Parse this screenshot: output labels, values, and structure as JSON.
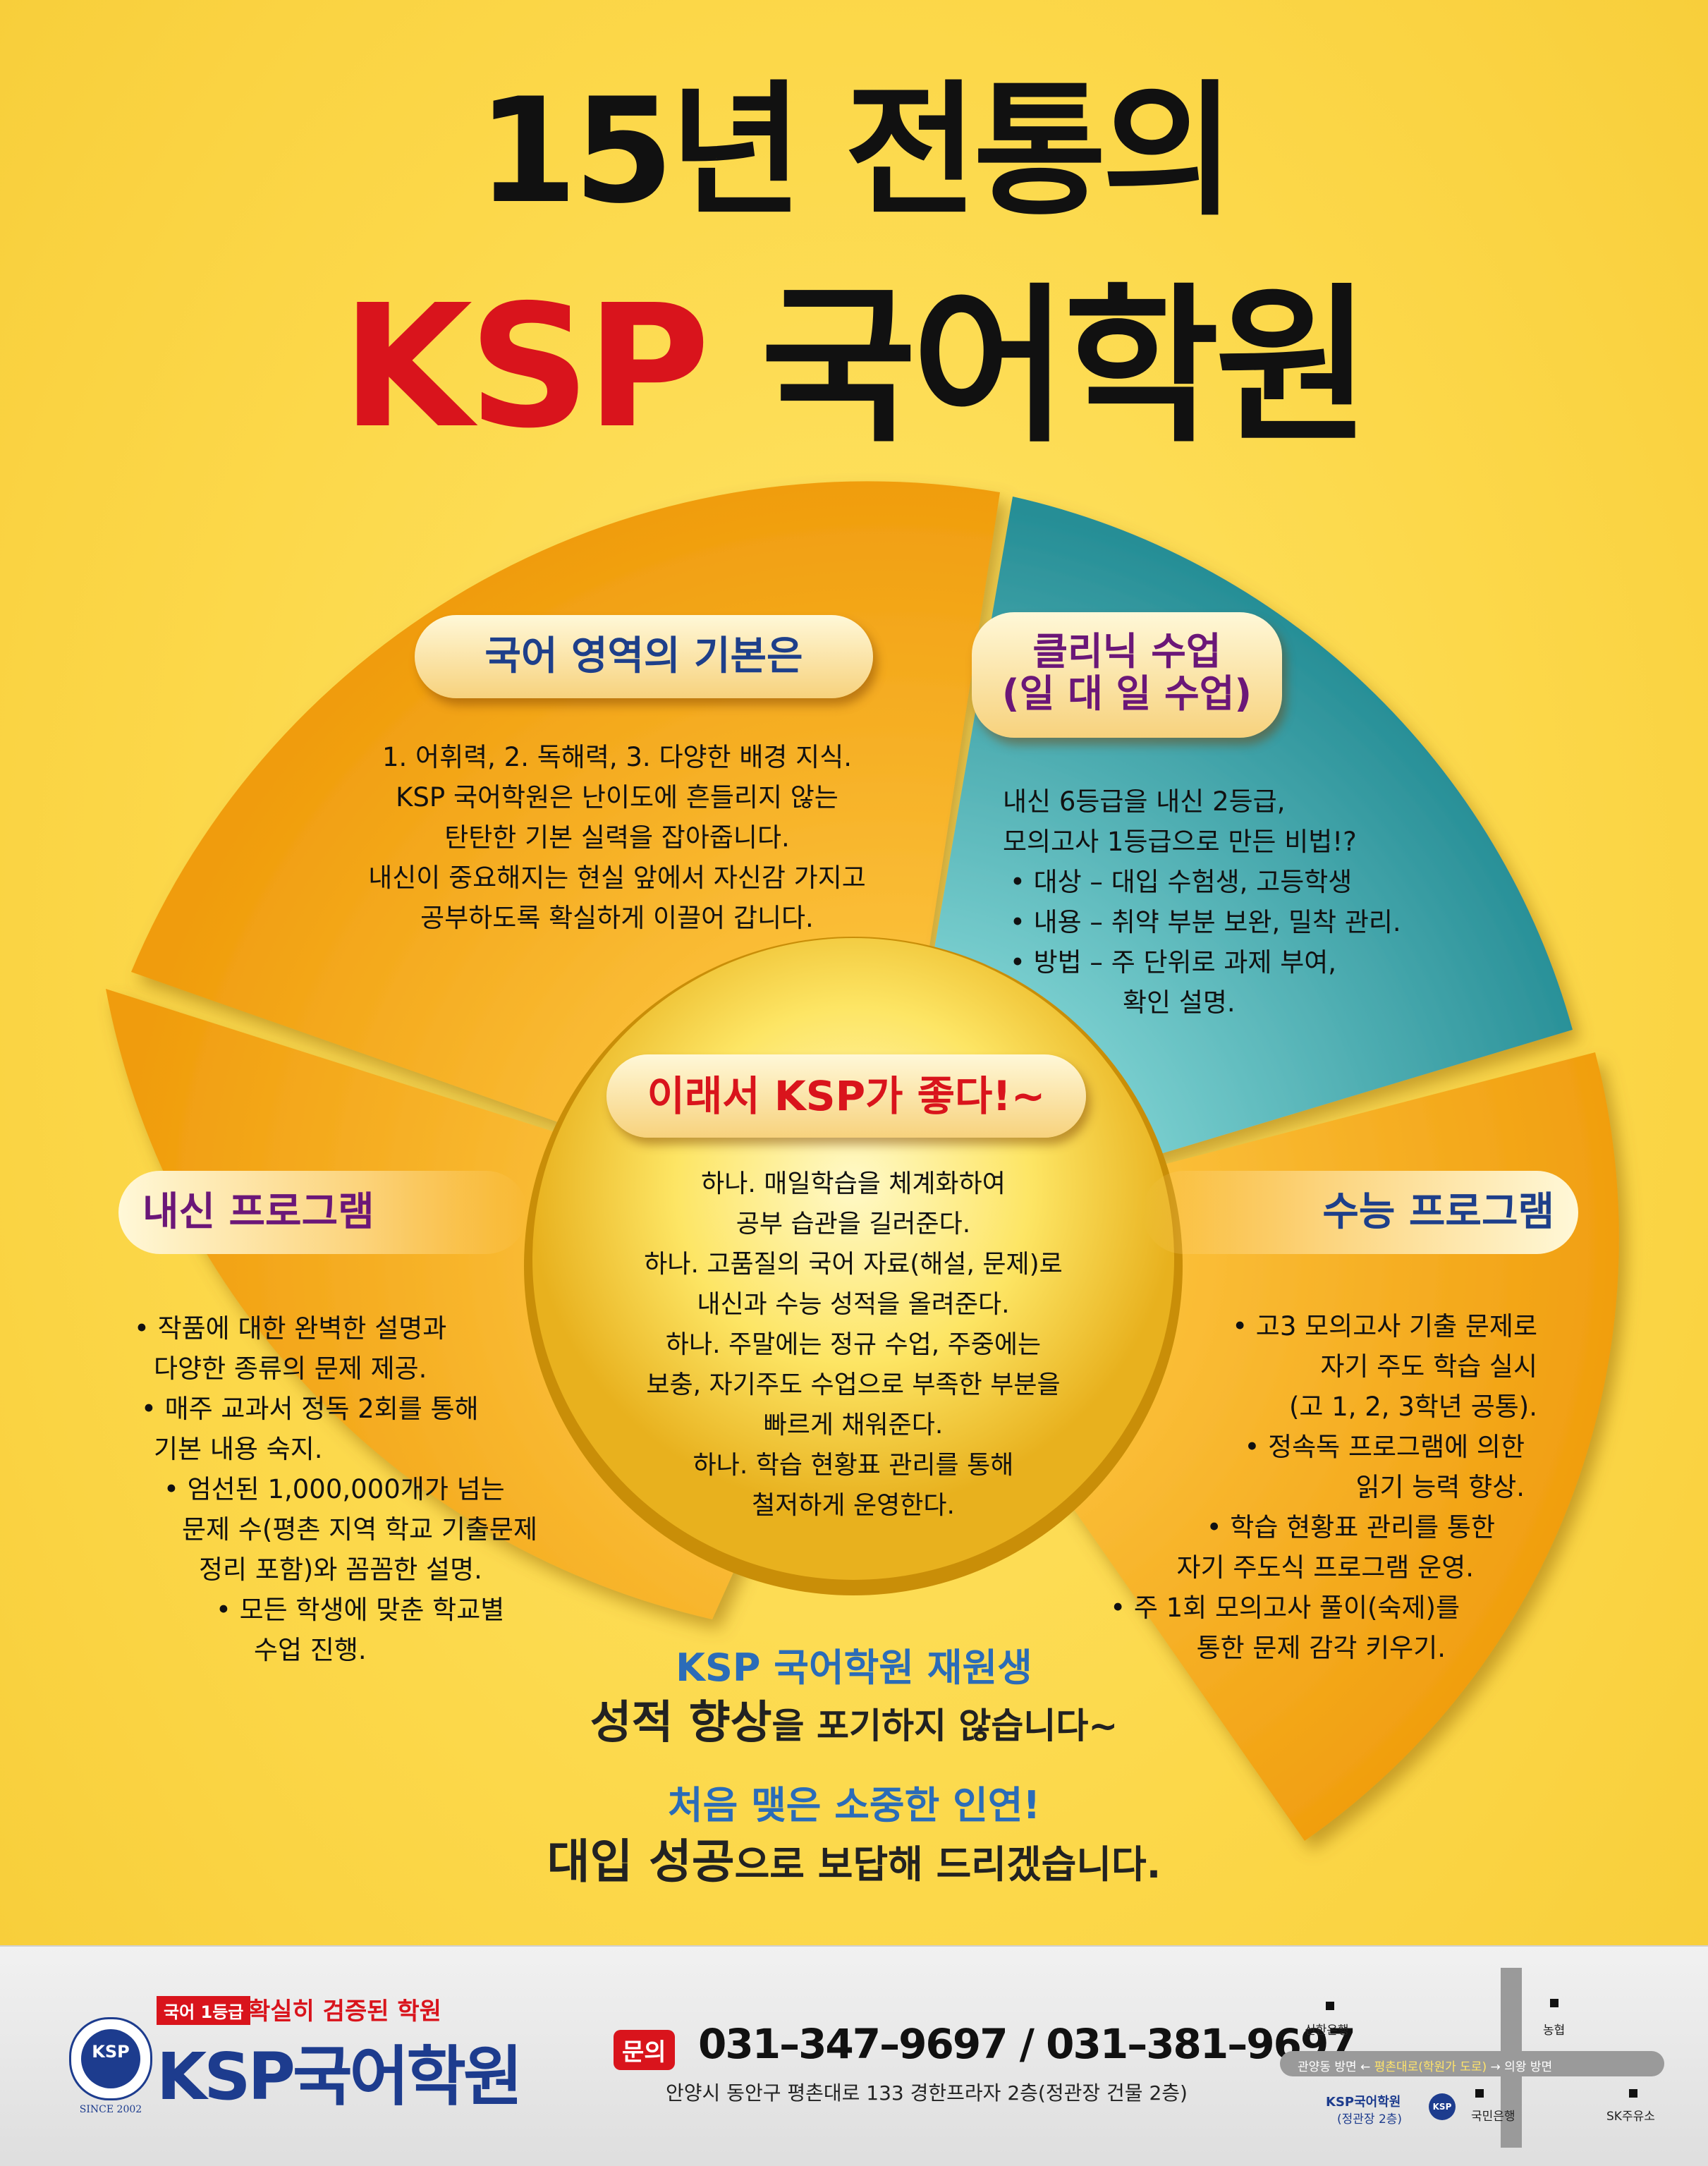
{
  "headline": {
    "line1": "15년 전통의",
    "ksp": "KSP",
    "academy": " 국어학원"
  },
  "sections": {
    "basics": {
      "title": "국어 영역의 기본은",
      "lines": [
        "1. 어휘력,  2. 독해력,  3. 다양한 배경 지식.",
        "KSP 국어학원은 난이도에 흔들리지 않는",
        "탄탄한 기본 실력을 잡아줍니다.",
        "내신이 중요해지는 현실 앞에서 자신감 가지고",
        "공부하도록 확실하게 이끌어 갑니다."
      ]
    },
    "clinic": {
      "title1": "클리닉 수업",
      "title2": "(일 대 일 수업)",
      "lines": [
        "내신 6등급을 내신 2등급,",
        "모의고사 1등급으로 만든 비법!?",
        "• 대상 – 대입 수험생, 고등학생",
        "• 내용 – 취약 부분 보완, 밀착 관리.",
        "• 방법 – 주 단위로 과제 부여,",
        "확인 설명."
      ]
    },
    "center": {
      "title": "이래서 KSP가 좋다!~",
      "lines": [
        "하나. 매일학습을 체계화하여",
        "공부 습관을 길러준다.",
        "하나. 고품질의 국어 자료(해설, 문제)로",
        "내신과 수능 성적을 올려준다.",
        "하나. 주말에는 정규 수업, 주중에는",
        "보충, 자기주도 수업으로 부족한 부분을",
        "빠르게 채워준다.",
        "하나. 학습 현황표 관리를 통해",
        "철저하게 운영한다."
      ]
    },
    "naesin": {
      "title": "내신 프로그램",
      "lines": [
        "• 작품에 대한 완벽한 설명과",
        "다양한 종류의 문제 제공.",
        "• 매주 교과서 정독 2회를 통해",
        "기본 내용 숙지.",
        "• 엄선된 1,000,000개가 넘는",
        "문제 수(평촌 지역 학교 기출문제",
        "정리 포함)와 꼼꼼한 설명.",
        "• 모든 학생에 맞춘 학교별",
        "수업 진행."
      ]
    },
    "suneung": {
      "title": "수능 프로그램",
      "lines": [
        "• 고3 모의고사 기출 문제로",
        "자기 주도 학습 실시",
        "(고 1, 2, 3학년 공통).",
        "• 정속독 프로그램에 의한",
        "읽기 능력 향상.",
        "•  학습 현황표 관리를 통한",
        "자기 주도식 프로그램 운영.",
        "• 주 1회 모의고사 풀이(숙제)를",
        "통한 문제 감각 키우기."
      ]
    }
  },
  "slogans": {
    "l1": "KSP 국어학원 재원생",
    "l2a": "성적 향상",
    "l2b": "을 포기하지 않습니다~",
    "l3": "처음 맺은 소중한 인연!",
    "l4a": "대입 성공",
    "l4b": "으로 보답해 드리겠습니다."
  },
  "footer": {
    "badge": "국어 1등급",
    "tagline": "확실히 검증된 학원",
    "logo_emblem": "KSP",
    "logo_since": "SINCE 2002",
    "logo_name_ksp": "KSP",
    "logo_name_rest": "국어학원",
    "contact_label": "문의",
    "phone": "031–347–9697 / 031–381–9697",
    "address": "안양시 동안구 평촌대로 133 경한프라자 2층(정관장 건물 2층)"
  },
  "map": {
    "shinhan": "신한은행",
    "nonghyup": "농협",
    "road_left": "관양동 방면 ←",
    "road_mid": "평촌대로(학원가 도로)",
    "road_right": "→ 의왕 방면",
    "ksp1": "KSP국어학원",
    "ksp2": "(정관장 2층)",
    "kookmin": "국민은행",
    "sk": "SK주유소",
    "badge": "KSP"
  },
  "colors": {
    "background": "#fcd84a",
    "orange": "#f2a414",
    "teal": "#2f9ea2",
    "red": "#d9141c",
    "navy": "#1d3c8e",
    "blue": "#2b6cb8",
    "purple": "#6b1778"
  }
}
